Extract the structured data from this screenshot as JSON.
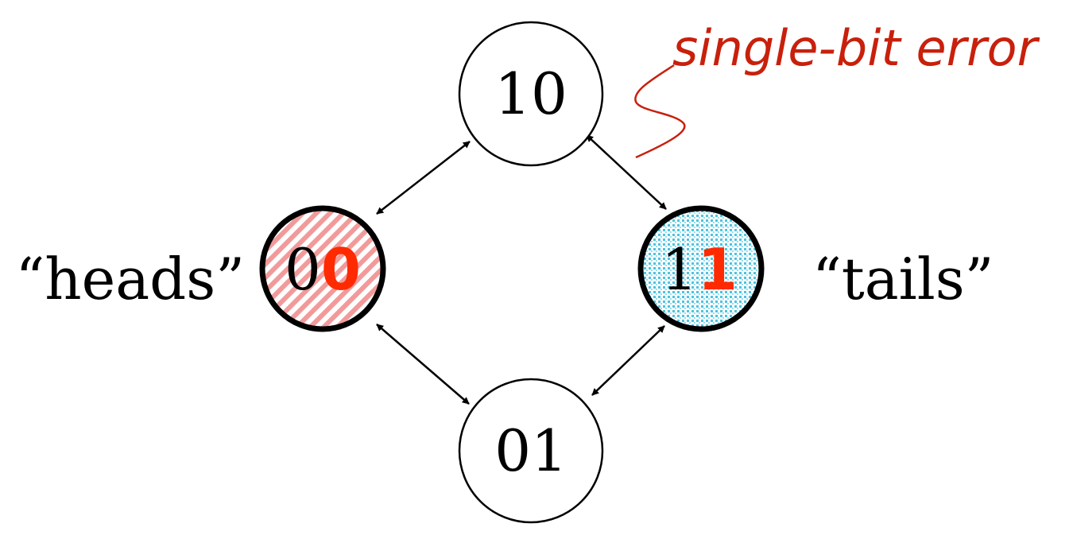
{
  "nodes": {
    "top": {
      "label": "10"
    },
    "bottom": {
      "label": "01"
    },
    "left": {
      "plain_bit": "0",
      "highlight_bit": "0"
    },
    "right": {
      "plain_bit": "1",
      "highlight_bit": "1"
    }
  },
  "labels": {
    "heads": "“heads”",
    "tails": "“tails”"
  },
  "annotation": {
    "text": "single-bit error"
  },
  "colors": {
    "highlight_bit": "#ff2a00",
    "annotation": "#c8200c",
    "heads_fill": "#f29a9a",
    "tails_fill": "#4cc4e0",
    "edge": "#000000"
  }
}
